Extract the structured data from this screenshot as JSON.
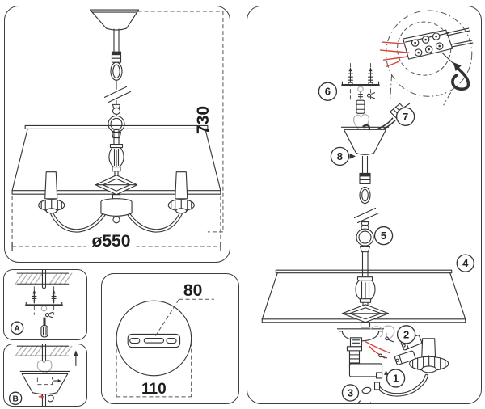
{
  "dimensions": {
    "overall_height": "730",
    "shade_diameter": "ø550",
    "plate_slot": "80",
    "plate_width": "110"
  },
  "callouts": {
    "s1": "1",
    "s2": "2",
    "s3": "3",
    "s4": "4",
    "s5": "5",
    "s6": "6",
    "s7": "7",
    "s8": "8",
    "panel_a": "A",
    "panel_b": "B"
  },
  "colors": {
    "line": "#333333",
    "wire_red": "#d8453c",
    "muted_gray": "#b0b0b0",
    "background": "#ffffff"
  }
}
